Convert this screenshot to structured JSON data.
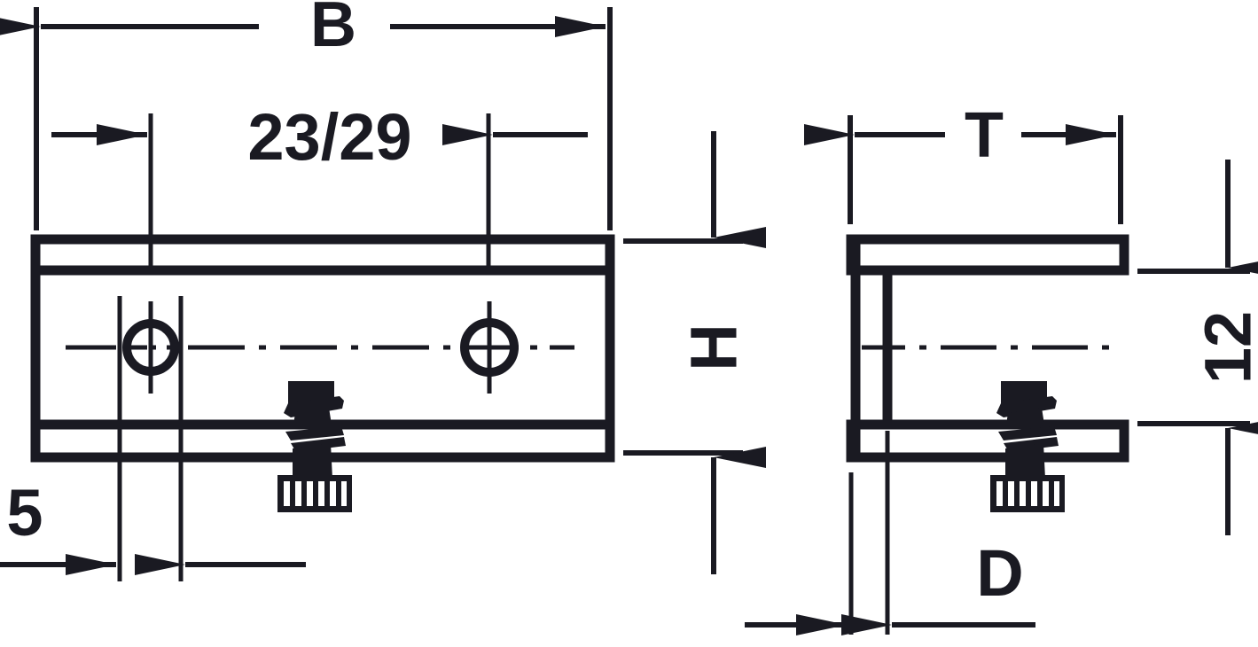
{
  "drawing": {
    "type": "engineering-dimension-drawing",
    "title": "Shelf bracket / clamp technical drawing",
    "views": [
      {
        "name": "front-view",
        "description": "Front elevation showing two mounting holes and thumbscrew"
      },
      {
        "name": "side-view",
        "description": "Side section showing C-profile bracket and thumbscrew"
      }
    ],
    "line_color": "#1a1a22",
    "background_color": "#ffffff"
  },
  "dimensions": {
    "width_overall": {
      "label": "B",
      "view": "front-view",
      "orientation": "horizontal",
      "position": "top"
    },
    "hole_spacing": {
      "label": "23/29",
      "view": "front-view",
      "orientation": "horizontal",
      "position": "top-inner"
    },
    "height_overall": {
      "label": "H",
      "view": "front-view",
      "orientation": "vertical",
      "position": "right",
      "rotated": true
    },
    "edge_distance": {
      "label": "5",
      "view": "front-view",
      "orientation": "horizontal",
      "position": "bottom-left"
    },
    "depth_overall": {
      "label": "T",
      "view": "side-view",
      "orientation": "horizontal",
      "position": "top"
    },
    "thickness": {
      "label": "12",
      "view": "side-view",
      "orientation": "vertical",
      "position": "right",
      "rotated": true
    },
    "material_thickness": {
      "label": "D",
      "view": "side-view",
      "orientation": "horizontal",
      "position": "bottom"
    }
  },
  "labels": {
    "b": "B",
    "hole_spacing": "23/29",
    "h": "H",
    "five": "5",
    "t": "T",
    "twelve": "12",
    "d": "D"
  }
}
